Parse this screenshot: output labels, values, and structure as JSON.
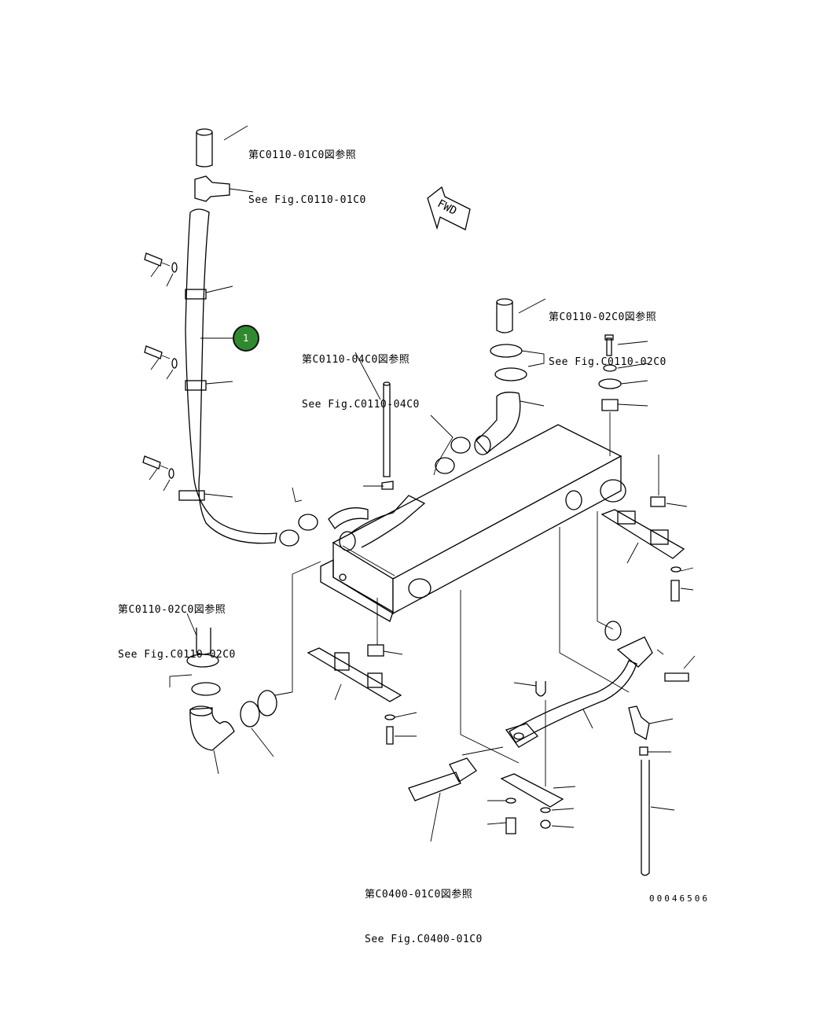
{
  "references": {
    "top_hose": {
      "jp": "第C0110-01C0図参照",
      "en": "See Fig.C0110-01C0"
    },
    "right_hose": {
      "jp": "第C0110-02C0図参照",
      "en": "See Fig.C0110-02C0"
    },
    "center_pipe": {
      "jp": "第C0110-04C0図参照",
      "en": "See Fig.C0110-04C0"
    },
    "left_hose": {
      "jp": "第C0110-02C0図参照",
      "en": "See Fig.C0110-02C0"
    },
    "bottom_pipe": {
      "jp": "第C0400-01C0図参照",
      "en": "See Fig.C0400-01C0"
    }
  },
  "callouts": [
    {
      "number": "1"
    }
  ],
  "direction_label": "FWD",
  "diagram_id": "00046506"
}
